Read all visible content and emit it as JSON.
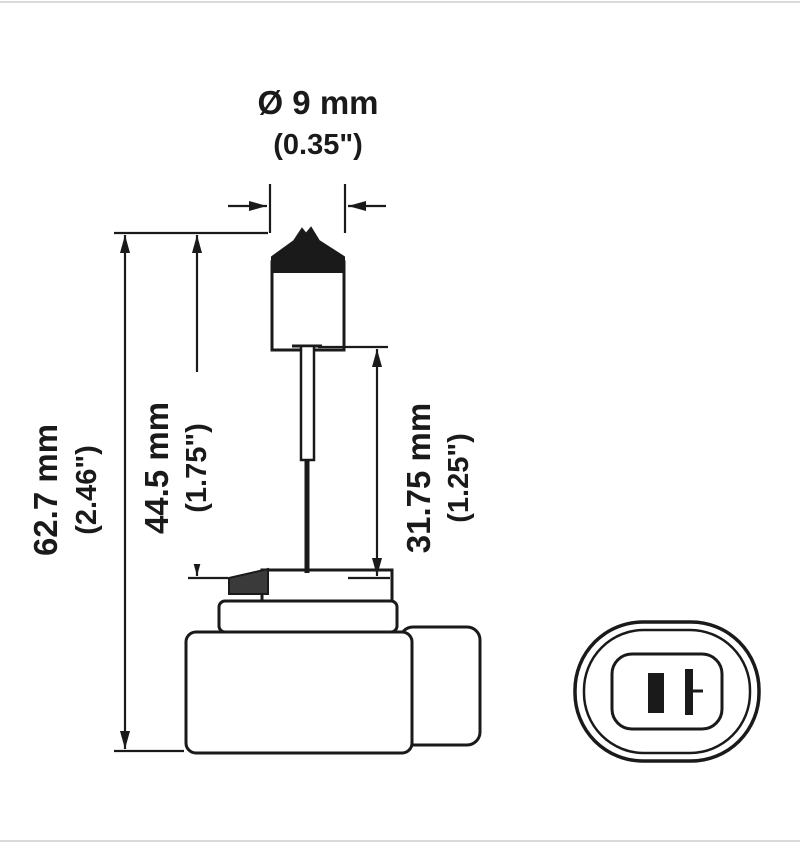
{
  "dimensions": {
    "diameter": {
      "value": "Ø 9 mm",
      "inches": "(0.35\")"
    },
    "overall_length": {
      "value": "62.7 mm",
      "inches": "(2.46\")"
    },
    "glass_length": {
      "value": "44.5 mm",
      "inches": "(1.75\")"
    },
    "filament_position": {
      "value": "31.75 mm",
      "inches": "(1.25\")"
    }
  },
  "colors": {
    "line": "#1a1a1a",
    "background": "#ffffff",
    "edge_hairline": "#d9d9d9"
  }
}
